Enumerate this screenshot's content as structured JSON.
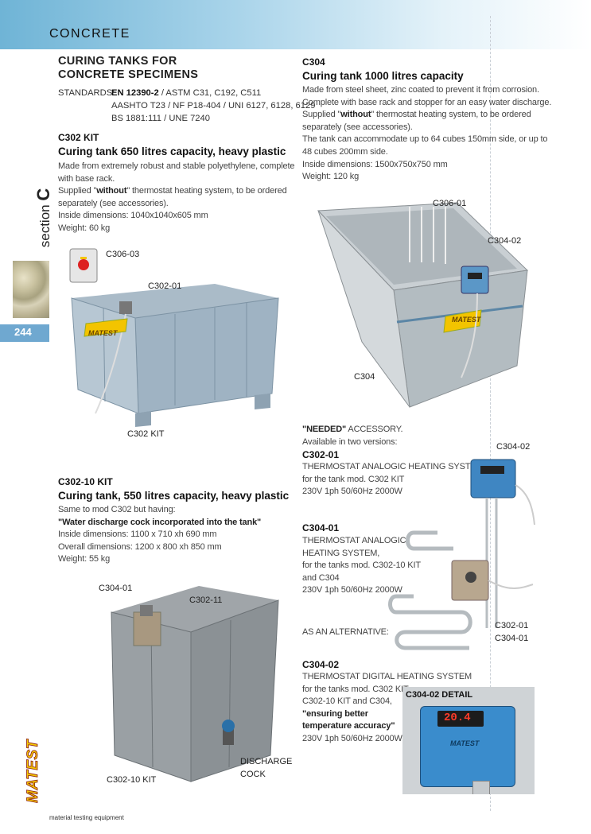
{
  "header": {
    "title": "CONCRETE"
  },
  "sidebar": {
    "section_word": "section",
    "section_letter": "C",
    "page_number": "244",
    "logo_text": "MATEST"
  },
  "footer": {
    "text": "material testing equipment"
  },
  "main": {
    "title_line1": "CURING TANKS FOR",
    "title_line2": "CONCRETE SPECIMENS",
    "standards_label": "STANDARDS:",
    "standards_bold": "EN 12390-2",
    "standards_line1_rest": " / ASTM C31, C192, C511",
    "standards_line2": "AASHTO T23 / NF P18-404 / UNI 6127, 6128, 6129",
    "standards_line3": "BS 1881:111 / UNE 7240"
  },
  "c302": {
    "code": "C302 KIT",
    "subtitle": "Curing tank 650 litres capacity, heavy plastic",
    "desc1": "Made from extremely robust and stable polyethylene, complete",
    "desc2": "with base rack.",
    "supplied_pre": "Supplied \"",
    "supplied_bold": "without",
    "supplied_post": "\" thermostat heating system, to be ordered",
    "supplied2": "separately (see accessories).",
    "dims": "Inside dimensions: 1040x1040x605 mm",
    "weight": "Weight: 60 kg",
    "label_c306": "C306-03",
    "label_c302_01": "C302-01",
    "label_kit": "C302 KIT",
    "logo": "MATEST"
  },
  "c302_10": {
    "code": "C302-10 KIT",
    "subtitle": "Curing tank, 550 litres capacity, heavy plastic",
    "desc1": "Same to mod C302 but having:",
    "desc_bold": "\"Water discharge cock incorporated into the tank\"",
    "inside": "Inside dimensions: 1100 x 710 xh 690 mm",
    "overall": "Overall dimensions: 1200 x 800 xh 850 mm",
    "weight": "Weight: 55 kg",
    "label_c304_01": "C304-01",
    "label_c302_11": "C302-11",
    "label_kit": "C302-10 KIT",
    "label_discharge1": "DISCHARGE",
    "label_discharge2": "COCK"
  },
  "c304": {
    "code": "C304",
    "subtitle": "Curing tank 1000 litres capacity",
    "desc1": "Made from steel sheet, zinc coated to prevent it from corrosion.",
    "desc2": "Complete with base rack and stopper for an easy water discharge.",
    "supplied_pre": "Supplied \"",
    "supplied_bold": "without",
    "supplied_post": "\" thermostat heating system, to be ordered",
    "supplied2": "separately (see accessories).",
    "capacity1": "The tank can accommodate up to 64 cubes 150mm side, or up to",
    "capacity2": "48 cubes 200mm side.",
    "dims": "Inside dimensions: 1500x750x750 mm",
    "weight": "Weight: 120 kg",
    "label_c306_01": "C306-01",
    "label_c304_02": "C304-02",
    "label_c304": "C304",
    "logo": "MATEST"
  },
  "accessory": {
    "needed_bold": "\"NEEDED\"",
    "needed_rest": " ACCESSORY.",
    "available": "Available in two versions:",
    "c302_01_code": "C302-01",
    "c302_01_l1": "THERMOSTAT ANALOGIC HEATING SYSTEM,",
    "c302_01_l2": "for the tank mod. C302 KIT",
    "c302_01_l3": "230V  1ph  50/60Hz  2000W",
    "c304_01_code": "C304-01",
    "c304_01_l1": "THERMOSTAT ANALOGIC",
    "c304_01_l2": "HEATING SYSTEM,",
    "c304_01_l3": "for the tanks mod. C302-10 KIT",
    "c304_01_l4": "and C304",
    "c304_01_l5": "230V  1ph  50/60Hz  2000W",
    "alternative": "AS AN ALTERNATIVE:",
    "c304_02_code": "C304-02",
    "c304_02_l1": "THERMOSTAT DIGITAL HEATING SYSTEM",
    "c304_02_l2": "for the tanks mod. C302 KIT,",
    "c304_02_l3": "C302-10 KIT and C304,",
    "c304_02_l4": "\"ensuring better",
    "c304_02_l5": "temperature accuracy\"",
    "c304_02_l6": "230V  1ph 50/60Hz  2000W",
    "img_label_c304_02": "C304-02",
    "img_label_c302_01": "C302-01",
    "img_label_c304_01": "C304-01",
    "detail_title": "C304-02 DETAIL",
    "detail_display": "20.4",
    "detail_logo": "MATEST"
  }
}
